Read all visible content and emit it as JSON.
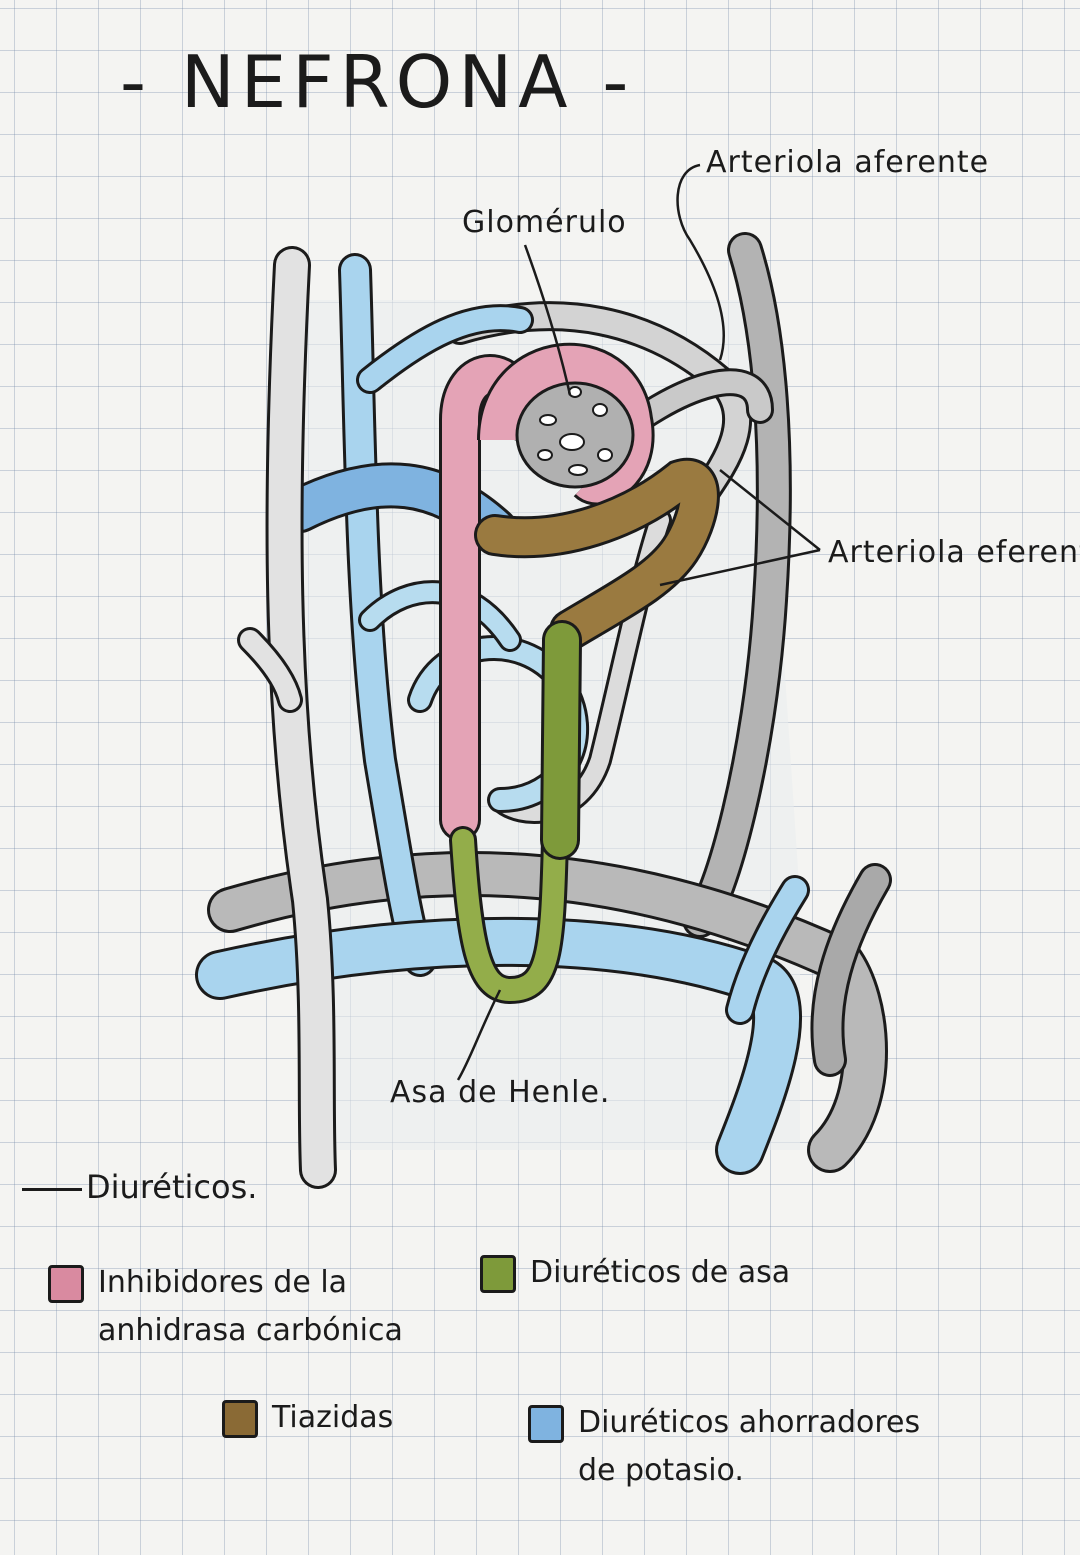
{
  "title": "- NEFRONA -",
  "labels": {
    "glomerulo": "Glomérulo",
    "arteriola_aferente": "Arteriola aferente",
    "arteriola_eferente": "Arteriola eferente",
    "asa_henle": "Asa de Henle."
  },
  "legend": {
    "heading": "Diuréticos.",
    "items": [
      {
        "line1": "Inhibidores de la",
        "line2": "anhidrasa carbónica",
        "color": "#d98aa0"
      },
      {
        "line1": "Diuréticos de asa",
        "line2": "",
        "color": "#7e9a3a"
      },
      {
        "line1": "Tiazidas",
        "line2": "",
        "color": "#8a6a35"
      },
      {
        "line1": "Diuréticos ahorradores",
        "line2": "de potasio.",
        "color": "#7fb3e0"
      }
    ]
  },
  "colors": {
    "pink": "#e4a3b6",
    "green": "#93ad4a",
    "brown": "#9a7a40",
    "blue": "#8fc4ea",
    "lightblue": "#b7dcef",
    "gray": "#b3b3b3",
    "lightgray": "#d9d9d9"
  }
}
